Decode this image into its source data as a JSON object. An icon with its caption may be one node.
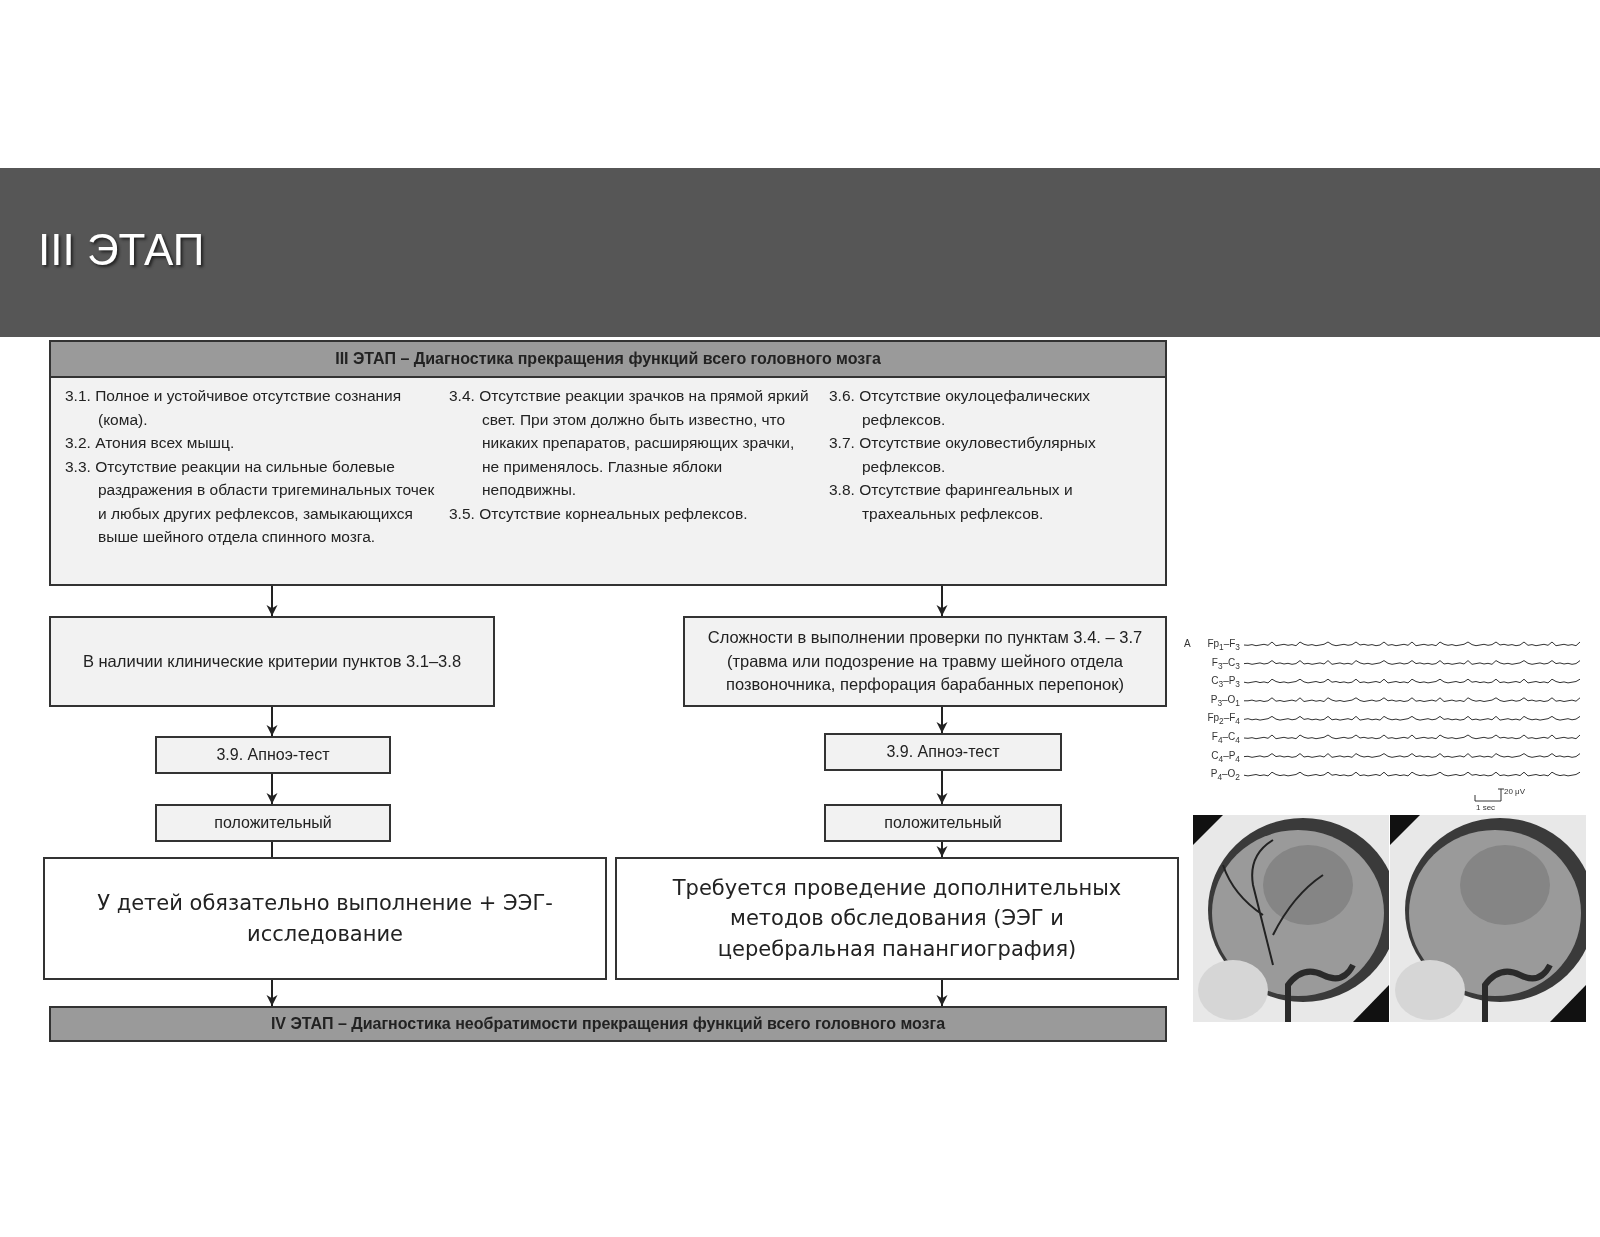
{
  "diagram": {
    "title": "III ЭТАП",
    "nodes": [
      {
        "text": [
          "III ЭТАП – Диагностика прекращения функций всего головного мозга",
          "3.1. Полное и устойчивое отсутствие сознания (кома).",
          "3.2. Атония всех мышц.",
          "3.3. Отсутствие реакции на сильные болевые раздражения в области тригеминальных точек и любых других рефлексов, замыкающихся выше шейного отдела спинного мозга.",
          "3.4. Отсутствие реакции зрачков на прямой яркий свет. При этом должно быть известно, что никаких препаратов, расширяющих зрачки, не применялось. Глазные яблоки неподвижны.",
          "3.5. Отсутствие корнеальных рефлексов.",
          "3.6. Отсутствие окулоцефалических рефлексов.",
          "3.7. Отсутствие окуловестибулярных рефлексов.",
          "3.8. Отсутствие фарингеальных и трахеальных рефлексов."
        ]
      },
      {
        "text": [
          "В наличии клинические критерии пунктов 3.1–3.8"
        ]
      },
      {
        "text": [
          "Сложности в выполнении проверки по пунктам 3.4. – 3.7 (травма или подозрение на травму шейного отдела позвоночника, перфорация барабанных перепонок)"
        ]
      },
      {
        "text": [
          "3.9. Апноэ-тест"
        ]
      },
      {
        "text": [
          "положительный"
        ]
      },
      {
        "text": [
          "3.9. Апноэ-тест"
        ]
      },
      {
        "text": [
          "положительный"
        ]
      },
      {
        "text": [
          "У детей обязательно выполнение + ЭЭГ-исследование"
        ]
      },
      {
        "text": [
          "Требуется проведение дополнительных методов обследования (ЭЭГ и церебральная панангиография)"
        ]
      },
      {
        "text": [
          "IV ЭТАП – Диагностика необратимости прекращения функций всего головного мозга"
        ]
      }
    ],
    "edges": [
      {
        "from": 0,
        "to": 1,
        "arrow": "to"
      },
      {
        "from": 0,
        "to": 2,
        "arrow": "to"
      },
      {
        "from": 1,
        "to": 3,
        "arrow": "to"
      },
      {
        "from": 3,
        "to": 4,
        "arrow": "to"
      },
      {
        "from": 4,
        "to": 7,
        "arrow": "none"
      },
      {
        "from": 2,
        "to": 5,
        "arrow": "to"
      },
      {
        "from": 5,
        "to": 6,
        "arrow": "to"
      },
      {
        "from": 6,
        "to": 8,
        "arrow": "to"
      },
      {
        "from": 7,
        "to": 9,
        "arrow": "to"
      },
      {
        "from": 8,
        "to": 9,
        "arrow": "to"
      }
    ],
    "labels": [
      "A",
      "Fp$_{1}$–F$_{3}$",
      "F$_{3}$–C$_{3}$",
      "C$_{3}$–P$_{3}$",
      "P$_{3}$–O$_{1}$",
      "Fp$_{2}$–F$_{4}$",
      "F$_{4}$–C$_{4}$",
      "C$_{4}$–P$_{4}$",
      "P$_{4}$–O$_{2}$",
      "20 μV",
      "1 sec"
    ]
  }
}
